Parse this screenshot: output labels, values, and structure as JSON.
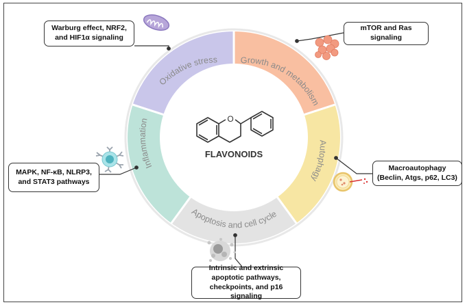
{
  "center": {
    "title": "FLAVONOIDS",
    "ring_atom": "O"
  },
  "segments": [
    {
      "label": "Oxidative stress",
      "color": "#c9c6ea"
    },
    {
      "label": "Growth and metabolism",
      "color": "#f9bfa1"
    },
    {
      "label": "Autophagy",
      "color": "#f7e6a3"
    },
    {
      "label": "Apoptosis and cell cycle",
      "color": "#e3e3e3"
    },
    {
      "label": "Inflammation",
      "color": "#bde3d9"
    }
  ],
  "callouts": {
    "oxidative": [
      "Warburg effect, NRF2,",
      "and HIF1α signaling"
    ],
    "growth": [
      "mTOR and Ras signaling"
    ],
    "autophagy": [
      "Macroautophagy",
      "(Beclin, Atgs, p62, LC3)"
    ],
    "inflammation": [
      "MAPK, NF-κB, NLRP3,",
      "and STAT3 pathways"
    ],
    "apoptosis": [
      "Intrinsic and extrinsic",
      "apoptotic pathways,",
      "checkpoints, and p16 signaling"
    ]
  },
  "icons": {
    "oxidative": "mitochondrion-icon",
    "growth": "tumor-cell-cluster-icon",
    "autophagy": "autophagosome-icon",
    "inflammation": "immune-cell-icon",
    "apoptosis": "apoptotic-cell-icon"
  },
  "colors": {
    "outline": "#333333",
    "ring_border": "#e8e8e8",
    "segment_text": "#8a8a8a"
  }
}
